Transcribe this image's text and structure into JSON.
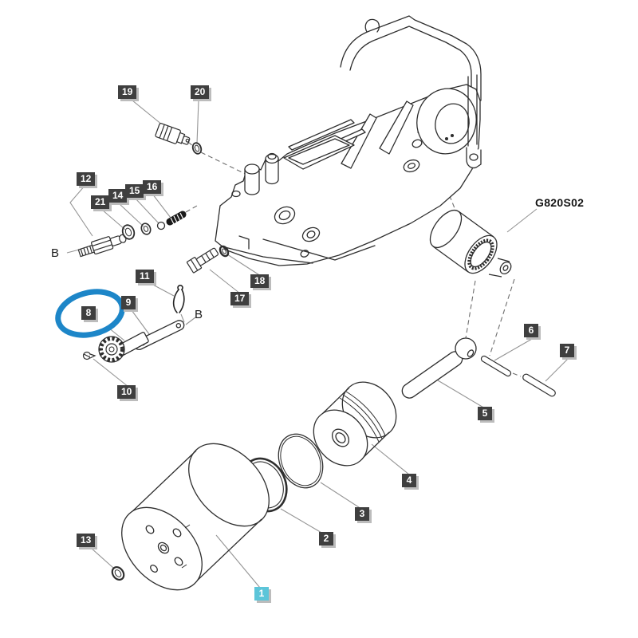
{
  "diagram": {
    "reference_code": "G820S02",
    "view_marker_left": "B",
    "view_marker_right": "B",
    "highlighted_part_number": "1",
    "circled_part_number": "8"
  },
  "parts": {
    "p1": "1",
    "p2": "2",
    "p3": "3",
    "p4": "4",
    "p5": "5",
    "p6": "6",
    "p7": "7",
    "p8": "8",
    "p9": "9",
    "p10": "10",
    "p11": "11",
    "p12": "12",
    "p13": "13",
    "p14": "14",
    "p15": "15",
    "p16": "16",
    "p17": "17",
    "p18": "18",
    "p19": "19",
    "p20": "20",
    "p21": "21"
  },
  "colors": {
    "label_bg": "#3f3f3f",
    "label_fg": "#ffffff",
    "highlight_label_bg": "#5cc5d9",
    "highlight_ellipse_stroke": "#1d86c8",
    "part_line": "#2e2e2e",
    "leader_line": "#949494"
  }
}
